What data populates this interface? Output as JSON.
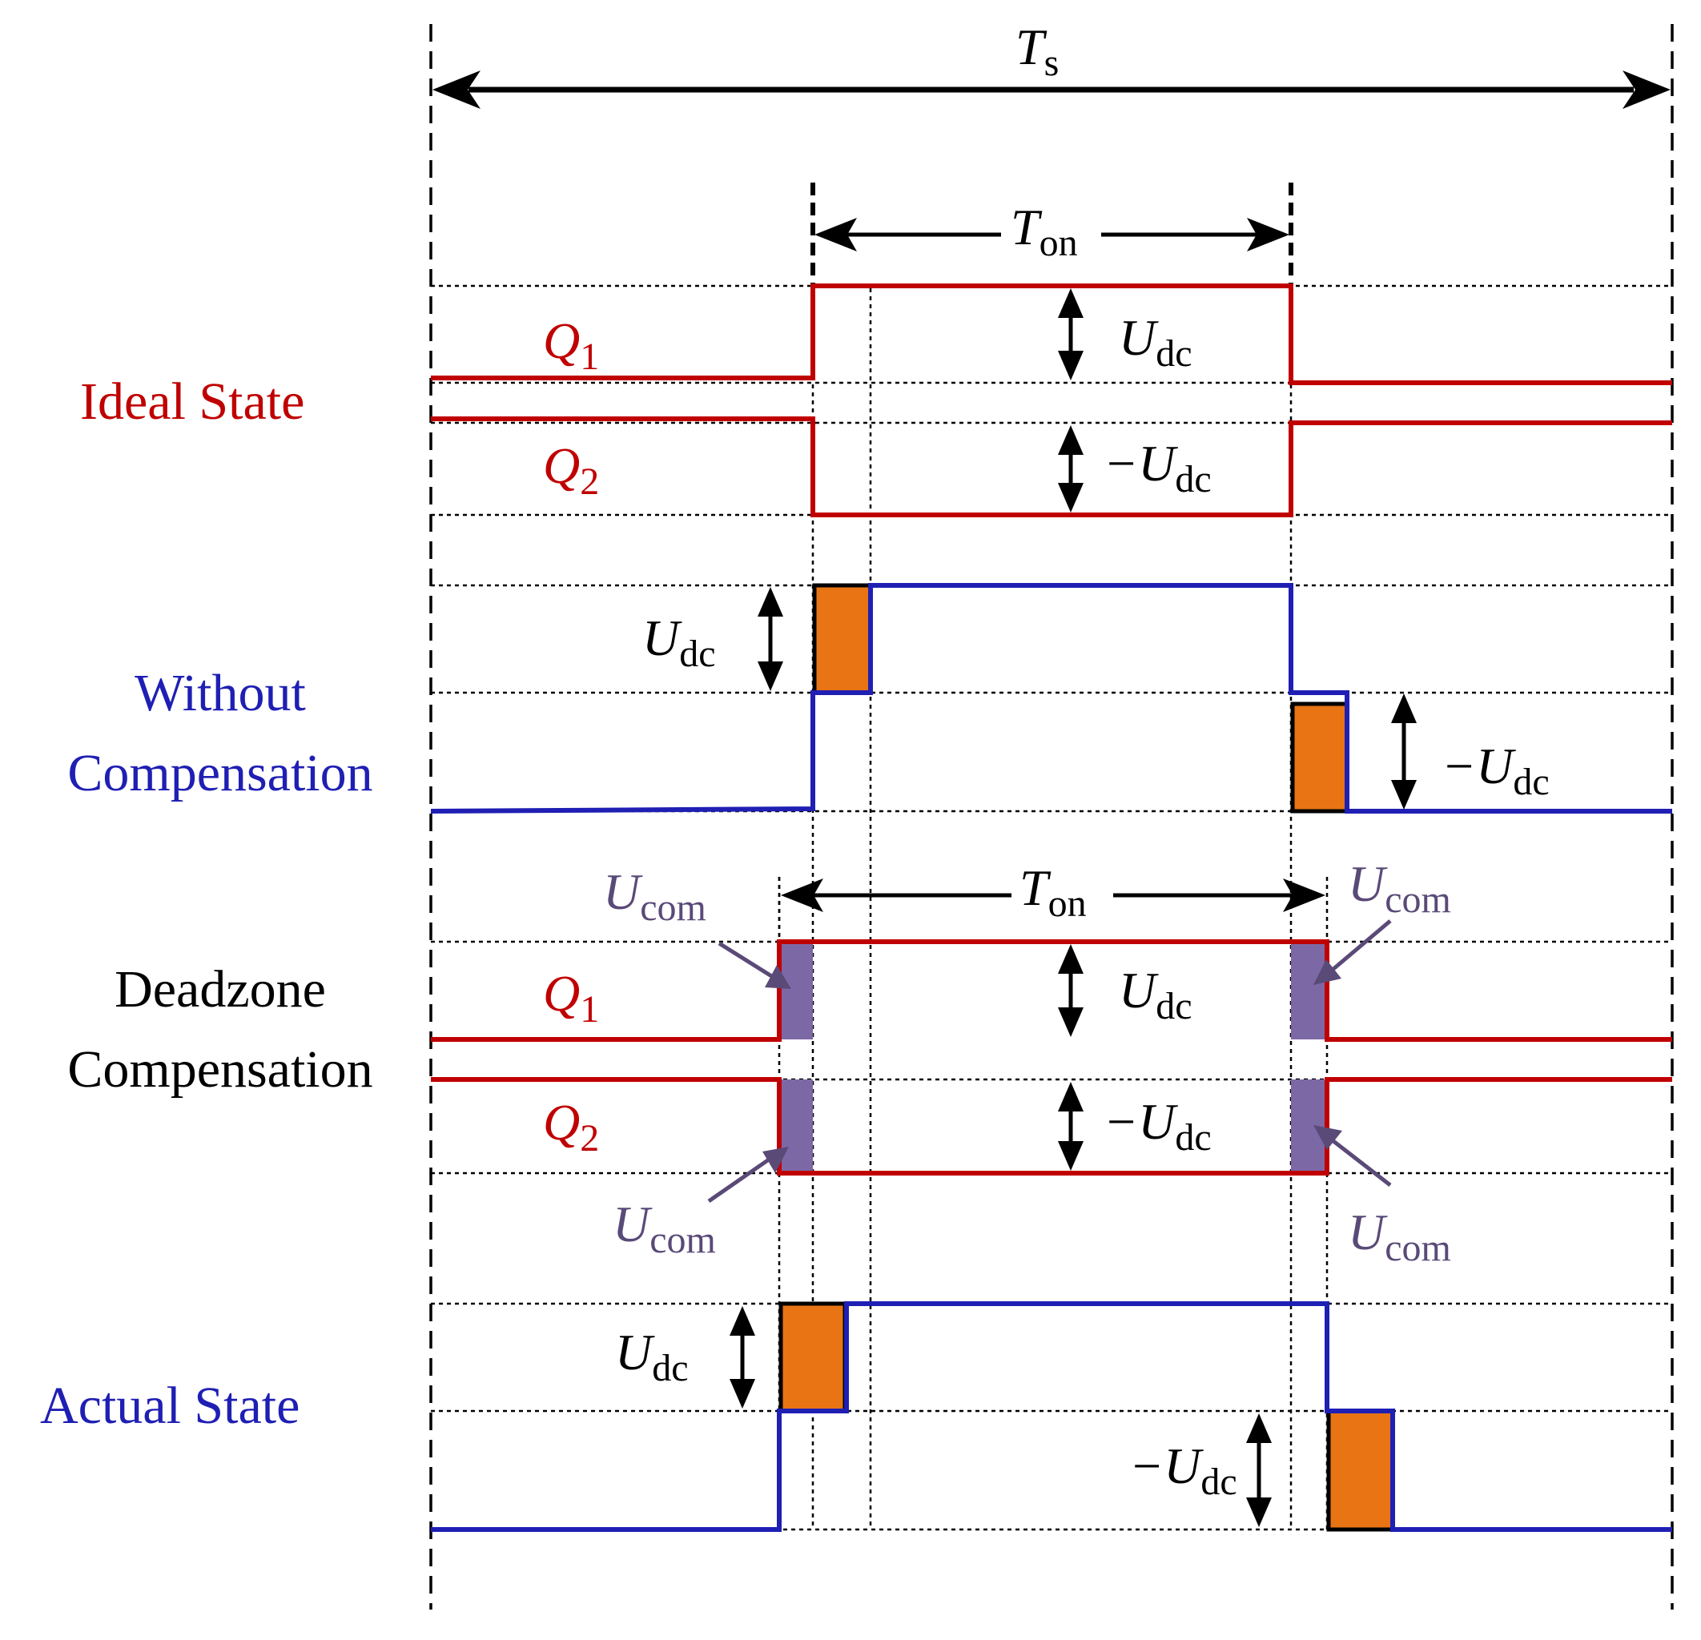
{
  "colors": {
    "ideal": "#c00000",
    "without": "#1f1fb4",
    "deadzone": "#000000",
    "actual": "#1f1fb4",
    "q_label": "#c00000",
    "ucom_label": "#5a4a78",
    "ucom_fill": "#7d68a6",
    "pulse_fill": "#e87414"
  },
  "row_labels": {
    "ideal": "Ideal State",
    "without_line1": "Without",
    "without_line2": "Compensation",
    "deadzone_line1": "Deadzone",
    "deadzone_line2": "Compensation",
    "actual": "Actual State"
  },
  "period": {
    "ts": {
      "main": "T",
      "sub": "s"
    },
    "ton": {
      "main": "T",
      "sub": "on"
    }
  },
  "signals": {
    "q1": {
      "main": "Q",
      "sub": "1"
    },
    "q2": {
      "main": "Q",
      "sub": "2"
    }
  },
  "voltages": {
    "udc": {
      "main": "U",
      "sub": "dc"
    },
    "neg_udc": {
      "main": "−U",
      "sub": "dc"
    },
    "ucom": {
      "main": "U",
      "sub": "com"
    }
  }
}
